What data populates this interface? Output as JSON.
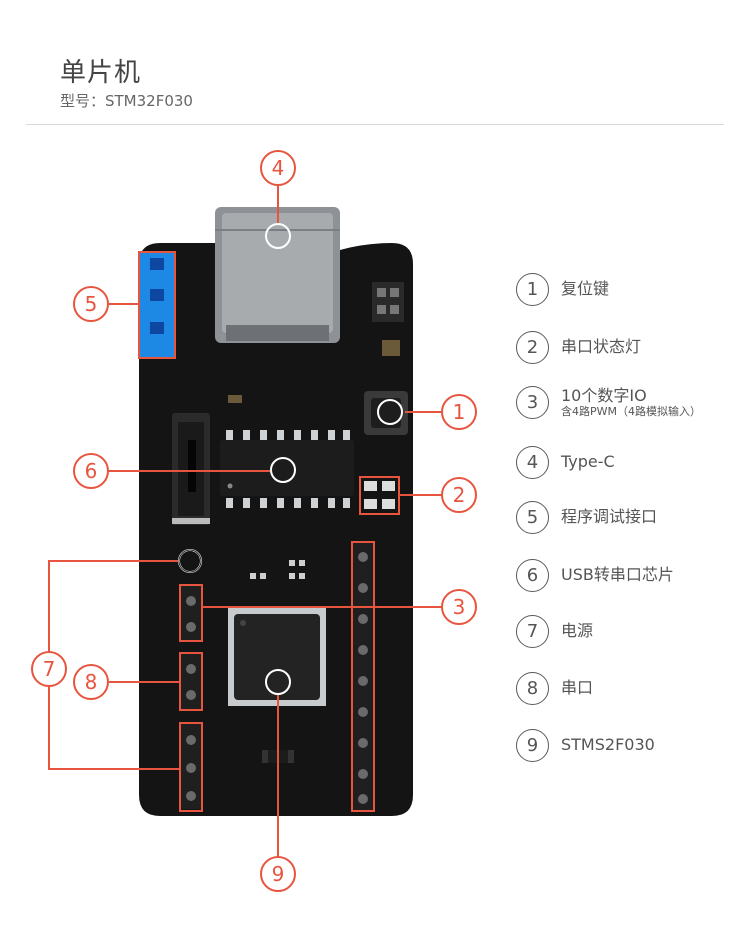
{
  "header": {
    "title": "单片机",
    "subtitle": "型号：STM32F030"
  },
  "colors": {
    "accent": "#e8553f",
    "board": "#151515",
    "connector_blue": "#1e88e5"
  },
  "callouts": [
    {
      "number": "4"
    },
    {
      "number": "5"
    },
    {
      "number": "1"
    },
    {
      "number": "6"
    },
    {
      "number": "2"
    },
    {
      "number": "3"
    },
    {
      "number": "7"
    },
    {
      "number": "8"
    },
    {
      "number": "9"
    }
  ],
  "legend": [
    {
      "number": "1",
      "label": "复位键"
    },
    {
      "number": "2",
      "label": "串口状态灯"
    },
    {
      "number": "3",
      "label": "10个数字IO",
      "sub": "含4路PWM（4路模拟输入）"
    },
    {
      "number": "4",
      "label": "Type-C"
    },
    {
      "number": "5",
      "label": "程序调试接口"
    },
    {
      "number": "6",
      "label": "USB转串口芯片"
    },
    {
      "number": "7",
      "label": "电源"
    },
    {
      "number": "8",
      "label": "串口"
    },
    {
      "number": "9",
      "label": "STMS2F030"
    }
  ]
}
